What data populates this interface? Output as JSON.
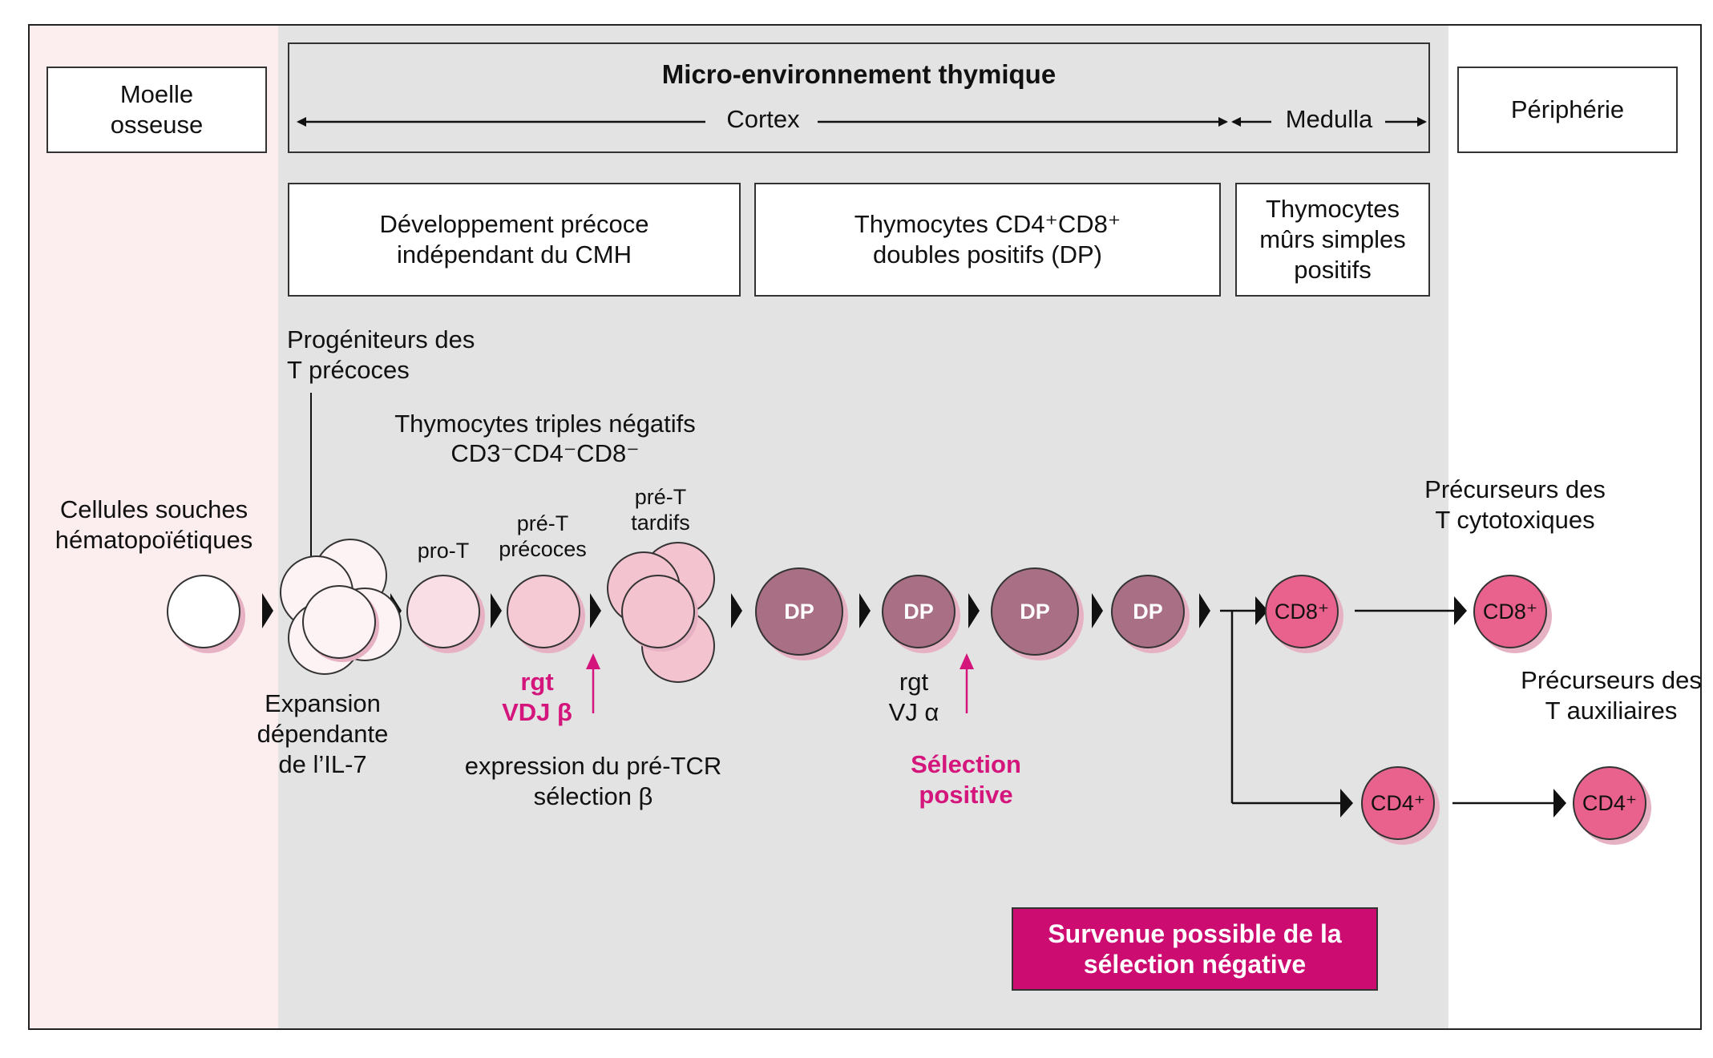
{
  "zones": {
    "bone_marrow": "Moelle osseuse",
    "periphery": "Périphérie",
    "thymic": "Micro-environnement thymique",
    "cortex": "Cortex",
    "medulla": "Medulla"
  },
  "stages": {
    "early": "Développement précoce indépendant du CMH",
    "dp_title": "Thymocytes CD4⁺CD8⁺ doubles positifs (DP)",
    "mature": "Thymocytes mûrs simples positifs"
  },
  "labels": {
    "hsc": "Cellules souches hématopoïétiques",
    "etp": "Progéniteurs des T précoces",
    "tn": "Thymocytes triples négatifs",
    "tn_markers": "CD3⁻CD4⁻CD8⁻",
    "pro_t": "pro-T",
    "pre_t_early": "pré-T précoces",
    "pre_t_late": "pré-T tardifs",
    "il7": "Expansion dépendante de l’IL-7",
    "rgt_vdj_1": "rgt",
    "rgt_vdj_2": "VDJ β",
    "pre_tcr": "expression du pré-TCR sélection β",
    "rgt_vj_1": "rgt",
    "rgt_vj_2": "VJ α",
    "positive_sel": "Sélection positive",
    "cyto": "Précurseurs des T cytotoxiques",
    "helper": "Précurseurs des T auxiliaires",
    "negative_sel": "Survenue possible de la sélection négative"
  },
  "cells": {
    "dp": "DP",
    "cd8": "CD8⁺",
    "cd4": "CD4⁺"
  },
  "colors": {
    "bone_marrow_bg": "#fcedef",
    "thymic_bg": "#e3e3e3",
    "dp_cell": "#a86f85",
    "sp_cell": "#e8628d",
    "magenta": "#cc0c70"
  }
}
